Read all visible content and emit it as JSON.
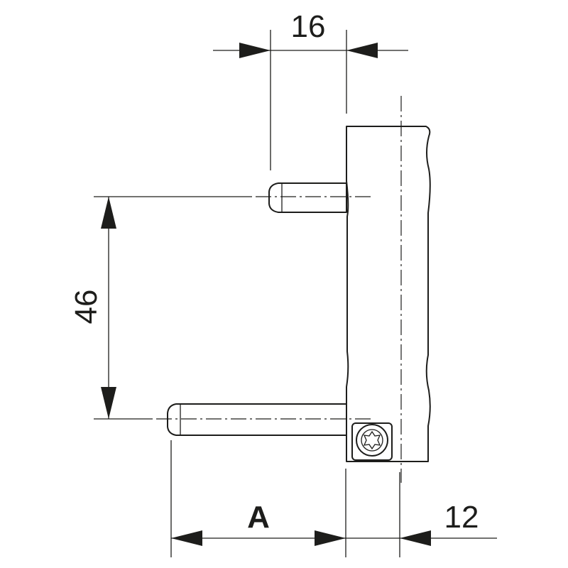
{
  "dimensions": {
    "top_width": "16",
    "pin_spacing": "46",
    "pin_length": "A",
    "right_width": "12"
  },
  "colors": {
    "line": "#1d1d1b",
    "background": "#ffffff"
  }
}
